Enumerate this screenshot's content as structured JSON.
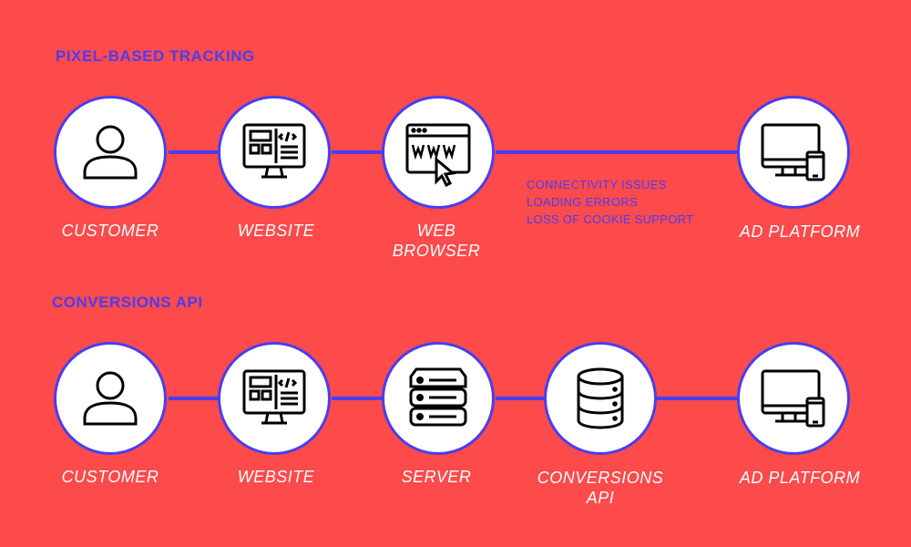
{
  "colors": {
    "background": "#fd4a4a",
    "accent": "#4a3df2",
    "node_fill": "#ffffff",
    "label_text": "#ffffff"
  },
  "pixel_section": {
    "title": "PIXEL-BASED TRACKING",
    "nodes": [
      {
        "icon": "user-icon",
        "label": "CUSTOMER"
      },
      {
        "icon": "website-icon",
        "label": "WEBSITE"
      },
      {
        "icon": "web-browser-icon",
        "label": "WEB\nBROWSER"
      },
      {
        "icon": "ad-platform-icon",
        "label": "AD PLATFORM"
      }
    ],
    "issues": [
      "CONNECTIVITY ISSUES",
      "LOADING ERRORS",
      "LOSS OF COOKIE SUPPORT"
    ]
  },
  "capi_section": {
    "title": "CONVERSIONS API",
    "nodes": [
      {
        "icon": "user-icon",
        "label": "CUSTOMER"
      },
      {
        "icon": "website-icon",
        "label": "WEBSITE"
      },
      {
        "icon": "server-icon",
        "label": "SERVER"
      },
      {
        "icon": "database-icon",
        "label": "CONVERSIONS\nAPI"
      },
      {
        "icon": "ad-platform-icon",
        "label": "AD PLATFORM"
      }
    ]
  }
}
